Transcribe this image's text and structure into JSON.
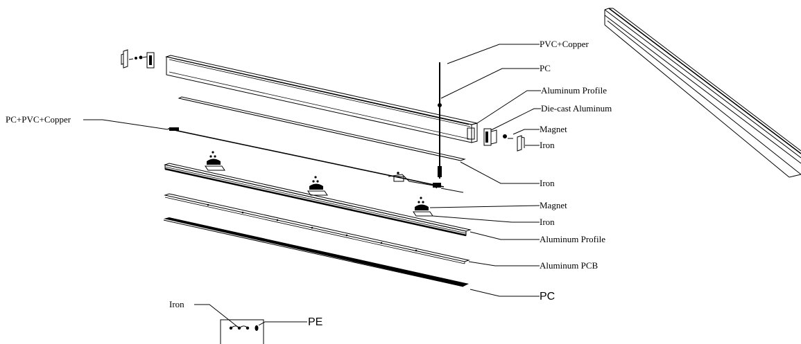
{
  "labels": {
    "pvc_copper": "PVC+Copper",
    "pc_top": "PC",
    "aluminum_profile_top": "Aluminum Profile",
    "die_cast_aluminum": "Die-cast Aluminum",
    "magnet_right": "Magnet",
    "iron_right": "Iron",
    "pc_pvc_copper": "PC+PVC+Copper",
    "iron_mid": "Iron",
    "magnet_mid": "Magnet",
    "iron_lower": "Iron",
    "aluminum_profile_lower": "Aluminum Profile",
    "aluminum_pcb": "Aluminum PCB",
    "pc_bottom": "PC",
    "iron_box": "Iron",
    "pe": "PE"
  }
}
